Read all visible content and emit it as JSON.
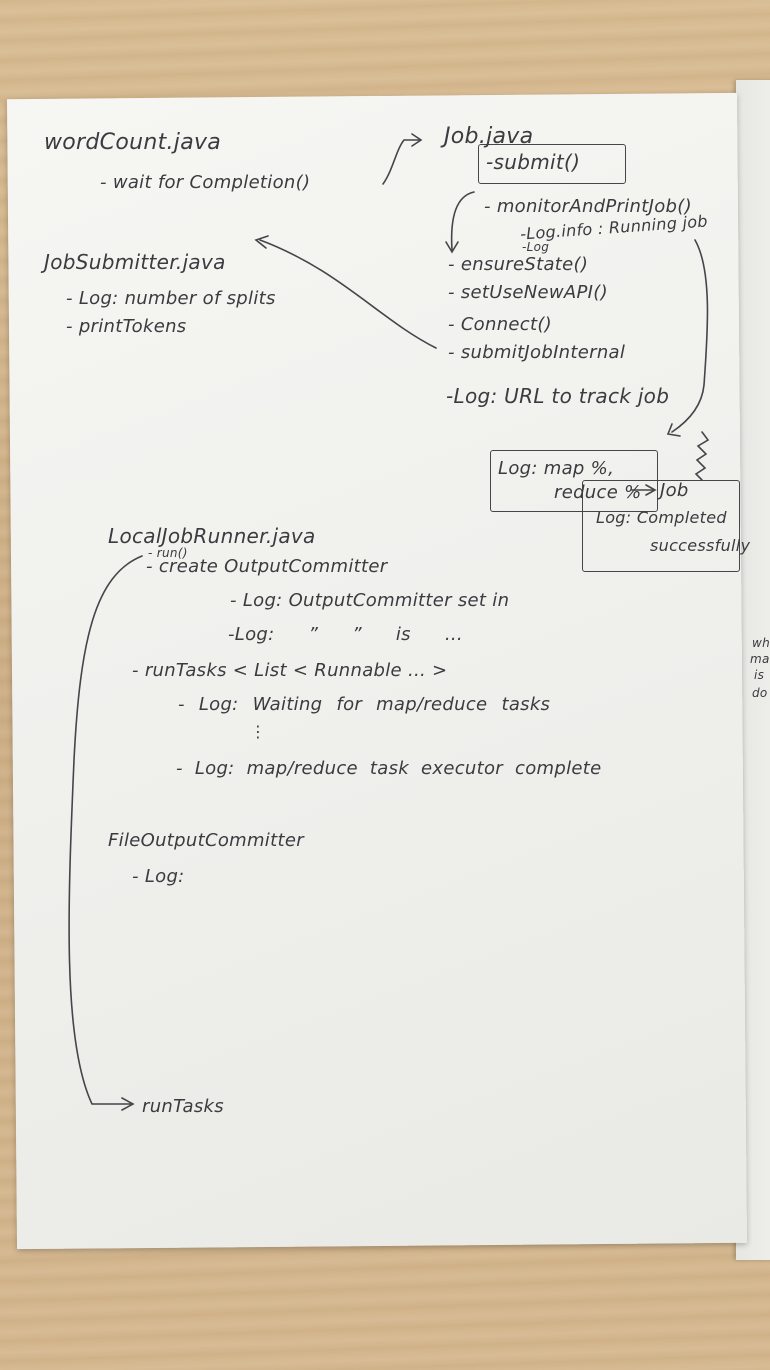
{
  "wordcount": {
    "title": "wordCount.java",
    "item": "- wait for Completion()"
  },
  "job": {
    "title": "Job.java",
    "submit": "-submit()",
    "monitor": "- monitorAndPrintJob()",
    "log_info": "-Log.info : Running job",
    "log_small": "-Log",
    "ensure": "- ensureState()",
    "setuse": "- setUseNewAPI()",
    "connect": "- Connect()",
    "submitinternal": "- submitJobInternal",
    "log_url": "-Log: URL to track job"
  },
  "jobsubmitter": {
    "title": "JobSubmitter.java",
    "log_splits": "- Log: number of splits",
    "print_tokens": "- printTokens"
  },
  "progress_box": {
    "line1": "Log: map %,",
    "line2": "reduce %"
  },
  "completed_box": {
    "job": "Job",
    "line1": "Log: Completed",
    "line2": "successfully"
  },
  "localjobrunner": {
    "title": "LocalJobRunner.java",
    "run_small": "- run()",
    "create": "- create OutputCommitter",
    "log_set": "- Log: OutputCommitter set in",
    "log_is": "-Log: ” ” is ...",
    "runtasks": "- runTasks < List < Runnable ... >",
    "log_waiting": "- Log: Waiting for map/reduce tasks",
    "dots": "⋮",
    "log_complete": "- Log: map/reduce task executor complete"
  },
  "fileoutput": {
    "title": "FileOutputCommitter",
    "log": "- Log:"
  },
  "runtasks_target": "runTasks",
  "margin_fragments": [
    "wh",
    "ma",
    "is",
    "do"
  ]
}
